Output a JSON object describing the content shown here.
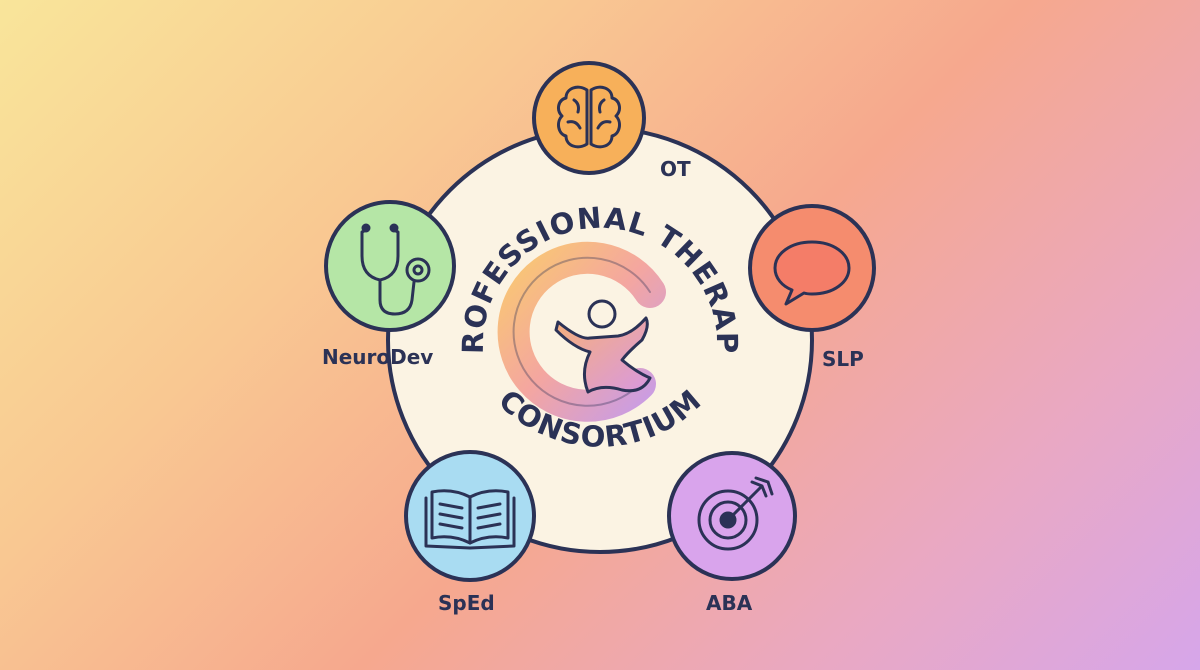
{
  "diagram": {
    "title_top": "PROFESSIONAL THERAPY",
    "title_bottom": "CONSORTIUM",
    "nodes": [
      {
        "label": "OT",
        "icon": "brain-icon",
        "color": "#f7b05a"
      },
      {
        "label": "SLP",
        "icon": "speech-bubble-icon",
        "color": "#f58c6e"
      },
      {
        "label": "ABA",
        "icon": "target-arrow-icon",
        "color": "#d9a4ec"
      },
      {
        "label": "SpEd",
        "icon": "open-book-icon",
        "color": "#a9dcf2"
      },
      {
        "label": "NeuroDev",
        "icon": "stethoscope-icon",
        "color": "#b5e6a6"
      }
    ],
    "colors": {
      "outline": "#2b3256",
      "center_fill": "#fbf3e3"
    }
  }
}
